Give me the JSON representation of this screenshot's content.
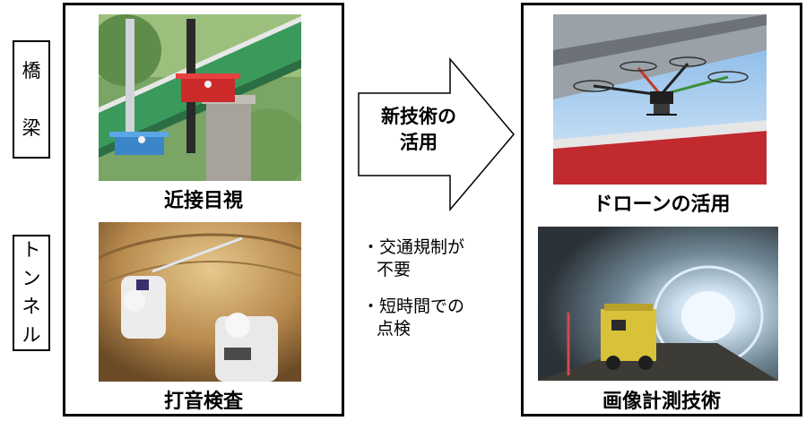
{
  "side_labels": {
    "bridge": [
      "橋",
      "梁"
    ],
    "tunnel": [
      "ト",
      "ン",
      "ネ",
      "ル"
    ]
  },
  "left_panel": {
    "top_caption": "近接目視",
    "bottom_caption": "打音検査"
  },
  "arrow": {
    "line1": "新技術の",
    "line2": "活用"
  },
  "benefits": {
    "item1_line1": "・交通規制が",
    "item1_line2": "不要",
    "item2_line1": "・短時間での",
    "item2_line2": "点検"
  },
  "right_panel": {
    "top_caption": "ドローンの活用",
    "bottom_caption": "画像計測技術"
  }
}
